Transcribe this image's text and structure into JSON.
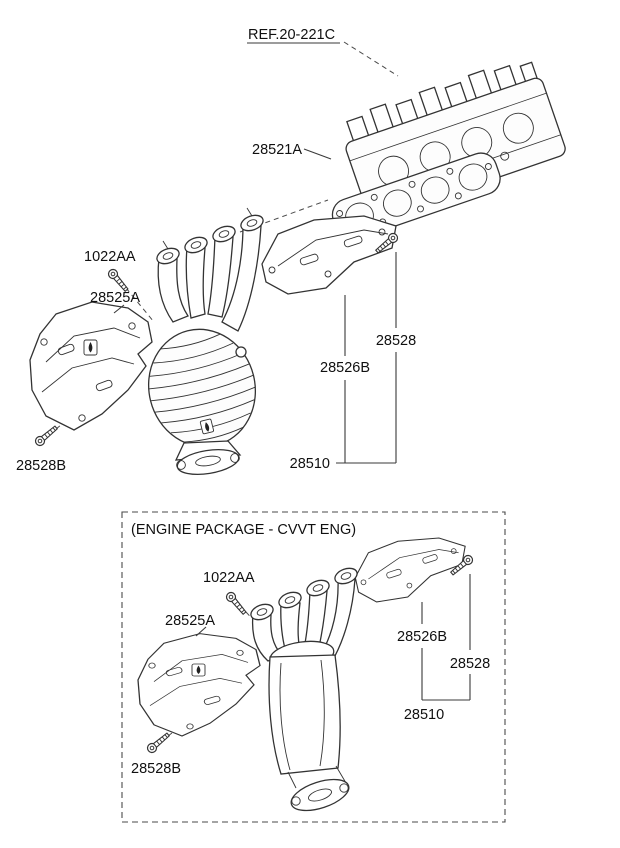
{
  "colors": {
    "background": "#ffffff",
    "line": "#333333",
    "label": "#101010"
  },
  "top_section": {
    "ref_link": "REF.20-221C",
    "gasket": "28521A",
    "bolt_front": "1022AA",
    "heat_shield_front": "28525A",
    "bolt_upper": "28528",
    "heat_shield_upper": "28526B",
    "manifold_assembly": "28510",
    "bolt_lower": "28528B"
  },
  "cvvt_section": {
    "box_title": "(ENGINE PACKAGE - CVVT ENG)",
    "bolt_front": "1022AA",
    "heat_shield_front": "28525A",
    "heat_shield_upper": "28526B",
    "bolt_upper": "28528",
    "manifold_assembly": "28510",
    "bolt_lower": "28528B"
  }
}
